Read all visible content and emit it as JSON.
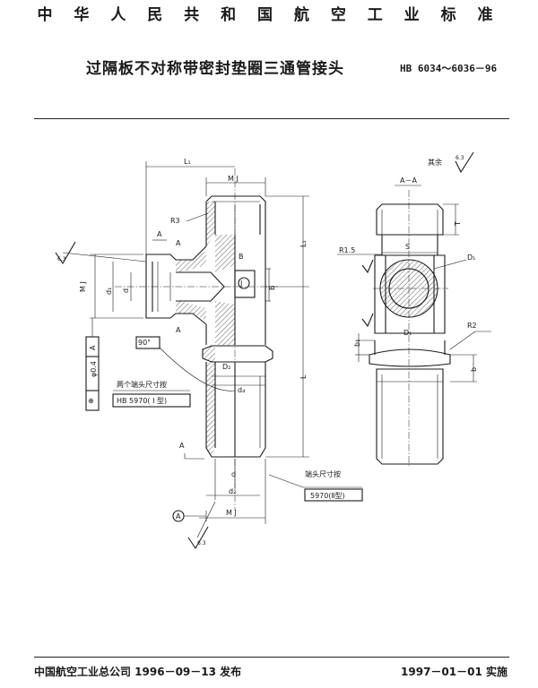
{
  "header": {
    "text": "中 华 人 民 共 和 国 航 空 工 业 标 准"
  },
  "title": {
    "text": "过隔板不对称带密封垫圈三通管接头",
    "std_no": "HB 6034～6036－96"
  },
  "footer": {
    "left": "中国航空工业总公司 1996－09－13 发布",
    "right": "1997－01－01 实施"
  },
  "drawing": {
    "main_view": {
      "labels": {
        "L1_top": "L₁",
        "MJ_top": "M J",
        "R3": "R3",
        "A_upper": "A",
        "A_mid": "A",
        "A_lower": "A",
        "B_right": "B",
        "B_inner": "B",
        "J": "J",
        "MJ_left": "M J",
        "d1": "d₁",
        "d_left": "d",
        "angle_90": "90°",
        "D2": "D₂",
        "d4": "d₄",
        "note_two_heads": "两个端头尺寸按",
        "note_hb5970_1": "HB 5970( I 型)",
        "d_bottom": "d",
        "d2_bottom": "d₂",
        "MJ_bottom": "M J",
        "L1_right": "L₁",
        "L_right": "L",
        "note_end": "端头尺寸按",
        "note_5970_2": "5970(Ⅱ型)",
        "A_datum": "A",
        "rough_left": "6.3",
        "rough_bottom": "6.3",
        "A_arrow": "A",
        "tol_symbol": "⊕",
        "tol_value": "φ0.4",
        "tol_datum": "A"
      }
    },
    "section_view": {
      "labels": {
        "section_title": "A－A",
        "rest_label": "其余",
        "rest_rough": "6.3",
        "T": "T",
        "R1_5": "R1.5",
        "S": "S",
        "D1_right": "D₁",
        "D1_bottom": "D₁",
        "R2": "R2",
        "b1": "b₁",
        "b": "b"
      }
    }
  }
}
